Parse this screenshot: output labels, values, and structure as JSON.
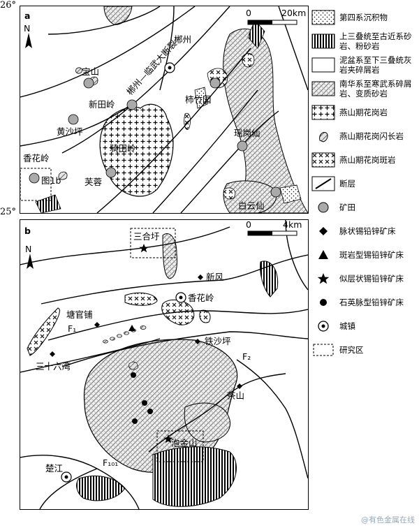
{
  "latitudes": {
    "top": "26°",
    "middle": "25°"
  },
  "panel_a": {
    "letter": "a",
    "north": "N",
    "scale": {
      "start": "0",
      "end": "20km"
    },
    "labels": {
      "fault": "郴州—临武大断裂",
      "chenzhou": "郴州",
      "baoshan": "宝山",
      "xintianling": "新田岭",
      "shizhuyuan": "柿竹园",
      "huangshaping": "黄沙坪",
      "qitianling": "骑田岭",
      "yaogangxian": "瑶岗仙",
      "xianghualing": "香花岭",
      "ref": "图1b",
      "furong": "芙蓉",
      "baiyunxian": "白云仙"
    }
  },
  "panel_b": {
    "letter": "b",
    "north": "N",
    "scale": {
      "start": "0",
      "end": "4km"
    },
    "labels": {
      "sanhexu": "三合圩",
      "xinfeng": "新风",
      "xianghualing": "香花岭",
      "tangguanpu": "塘官铺",
      "f1": "F₁",
      "tieshaping": "铁沙坪",
      "f2": "F₂",
      "sanshiliuwan": "三十六湾",
      "chashan": "茶山",
      "paojinshan": "泡金山",
      "f101": "F₁₀₁",
      "chujiang": "楚江"
    }
  },
  "legend": [
    {
      "key": "quaternary",
      "label": "第四系沉积物"
    },
    {
      "key": "triassic-paleogene",
      "label": "上三叠统至古近系砂岩、粉砂岩"
    },
    {
      "key": "devonian-triassic",
      "label": "泥盆系至下三叠统灰岩夹碎屑岩"
    },
    {
      "key": "nanhua-cambrian",
      "label": "南华系至寒武系碎屑岩、变质砂岩"
    },
    {
      "key": "yanshan-granite",
      "label": "燕山期花岗岩"
    },
    {
      "key": "yanshan-granodiorite",
      "label": "燕山期花岗闪长岩"
    },
    {
      "key": "yanshan-granite-porphyry",
      "label": "燕山期花岗斑岩"
    },
    {
      "key": "fault",
      "label": "断层"
    },
    {
      "key": "ore-field",
      "label": "矿田"
    },
    {
      "key": "vein-sn-pb-zn",
      "label": "脉状锡铅锌矿床"
    },
    {
      "key": "porphyry-sn-pb-zn",
      "label": "斑岩型锡铅锌矿床"
    },
    {
      "key": "stratiform-sn-pb-zn",
      "label": "似层状锡铅锌矿床"
    },
    {
      "key": "quartz-vein-pb-zn",
      "label": "石英脉型铅锌矿床"
    },
    {
      "key": "town",
      "label": "城镇"
    },
    {
      "key": "study-area",
      "label": "研究区"
    }
  ],
  "watermark": "@有色金属在线"
}
